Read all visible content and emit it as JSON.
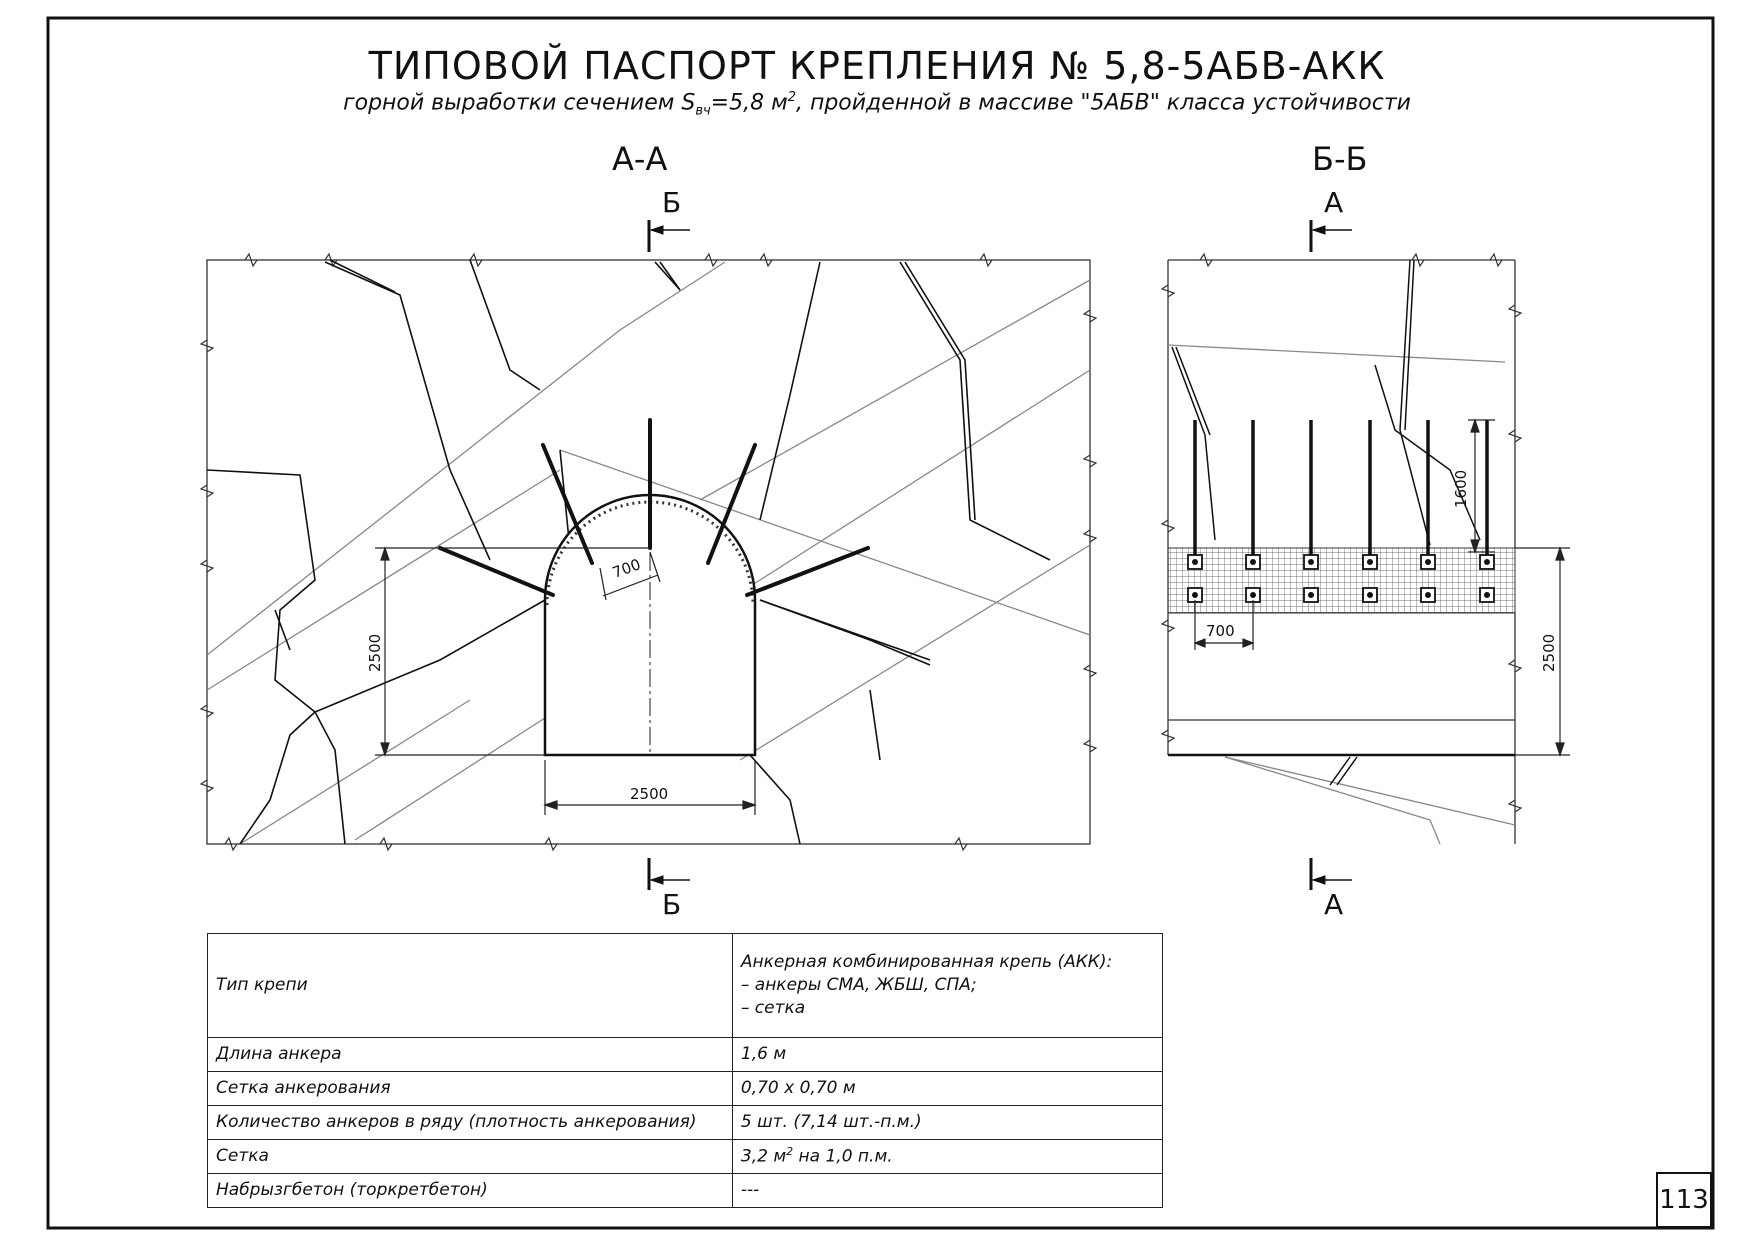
{
  "title": {
    "main": "ТИПОВОЙ ПАСПОРТ КРЕПЛЕНИЯ № 5,8-5АБВ-АКК",
    "subtitle_prefix": "горной выработки сечением S",
    "subtitle_sub": "вч",
    "subtitle_mid": "=5,8 м",
    "subtitle_sup": "2",
    "subtitle_suffix": ", пройденной в массиве \"5АБВ\" класса устойчивости"
  },
  "section_aa": {
    "label": "А-А",
    "cut_top": "Б",
    "cut_bottom": "Б",
    "dim_height": "2500",
    "dim_width": "2500",
    "dim_spacing": "700"
  },
  "section_bb": {
    "label": "Б-Б",
    "cut_top": "А",
    "cut_bottom": "А",
    "dim_anchor": "1600",
    "dim_height": "2500",
    "dim_spacing": "700"
  },
  "spec_table": {
    "rows": [
      {
        "param": "Тип крепи",
        "value_lines": [
          "Анкерная комбинированная крепь (АКК):",
          "– анкеры СМА, ЖБШ, СПА;",
          "– сетка"
        ]
      },
      {
        "param": "Длина анкера",
        "value": "1,6 м"
      },
      {
        "param": "Сетка анкерования",
        "value": "0,70 х 0,70 м"
      },
      {
        "param": "Количество анкеров в ряду (плотность анкерования)",
        "value": "5 шт. (7,14 шт.-п.м.)"
      },
      {
        "param": "Сетка",
        "value_prefix": "3,2 м",
        "value_sup": "2",
        "value_suffix": " на 1,0 п.м."
      },
      {
        "param": "Набрызгбетон (торкретбетон)",
        "value": "---"
      }
    ]
  },
  "page_number": "113"
}
